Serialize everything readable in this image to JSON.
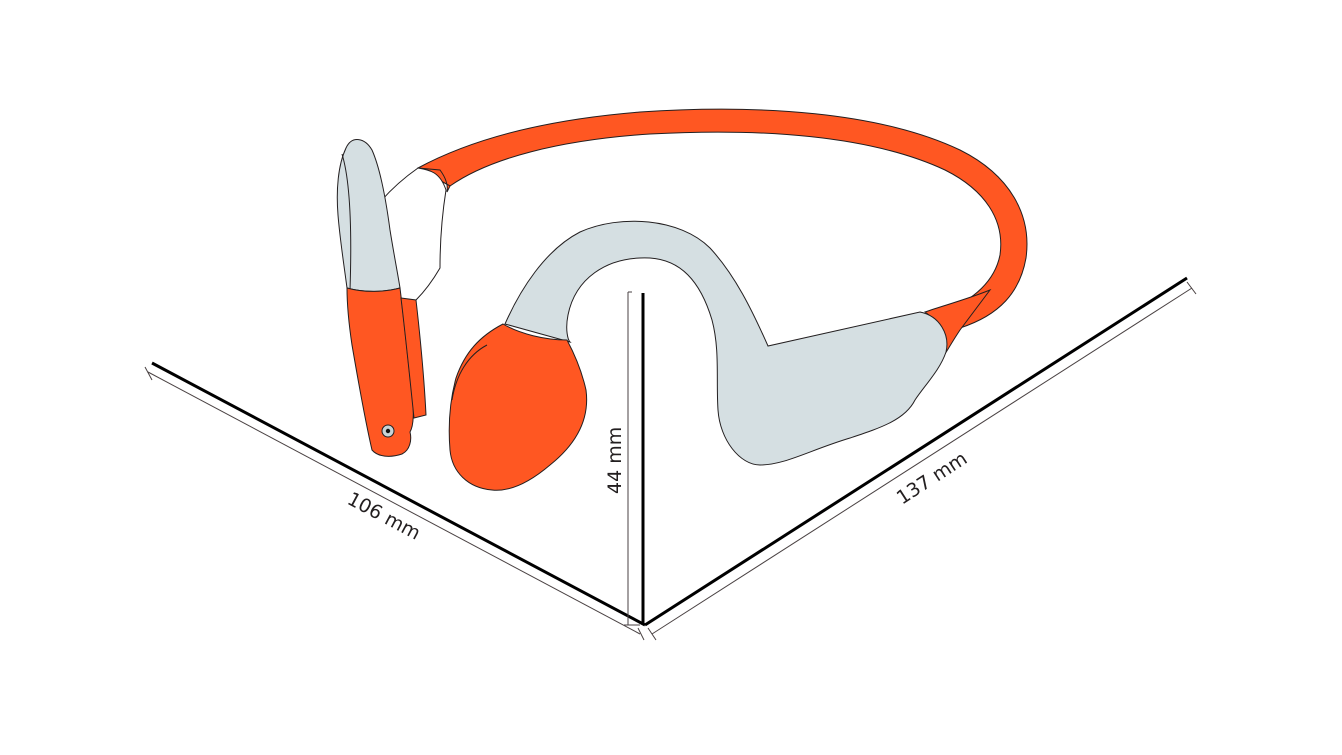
{
  "diagram": {
    "subject": "bone conduction headphones",
    "colors": {
      "accent_orange": "#ff5722",
      "light_gray": "#d5dfe2",
      "outline": "#231f20",
      "axis": "#000000",
      "background": "#ffffff"
    },
    "dimensions": {
      "depth": {
        "value": 106,
        "unit": "mm",
        "label": "106 mm"
      },
      "height": {
        "value": 44,
        "unit": "mm",
        "label": "44 mm"
      },
      "width": {
        "value": 137,
        "unit": "mm",
        "label": "137 mm"
      }
    }
  }
}
